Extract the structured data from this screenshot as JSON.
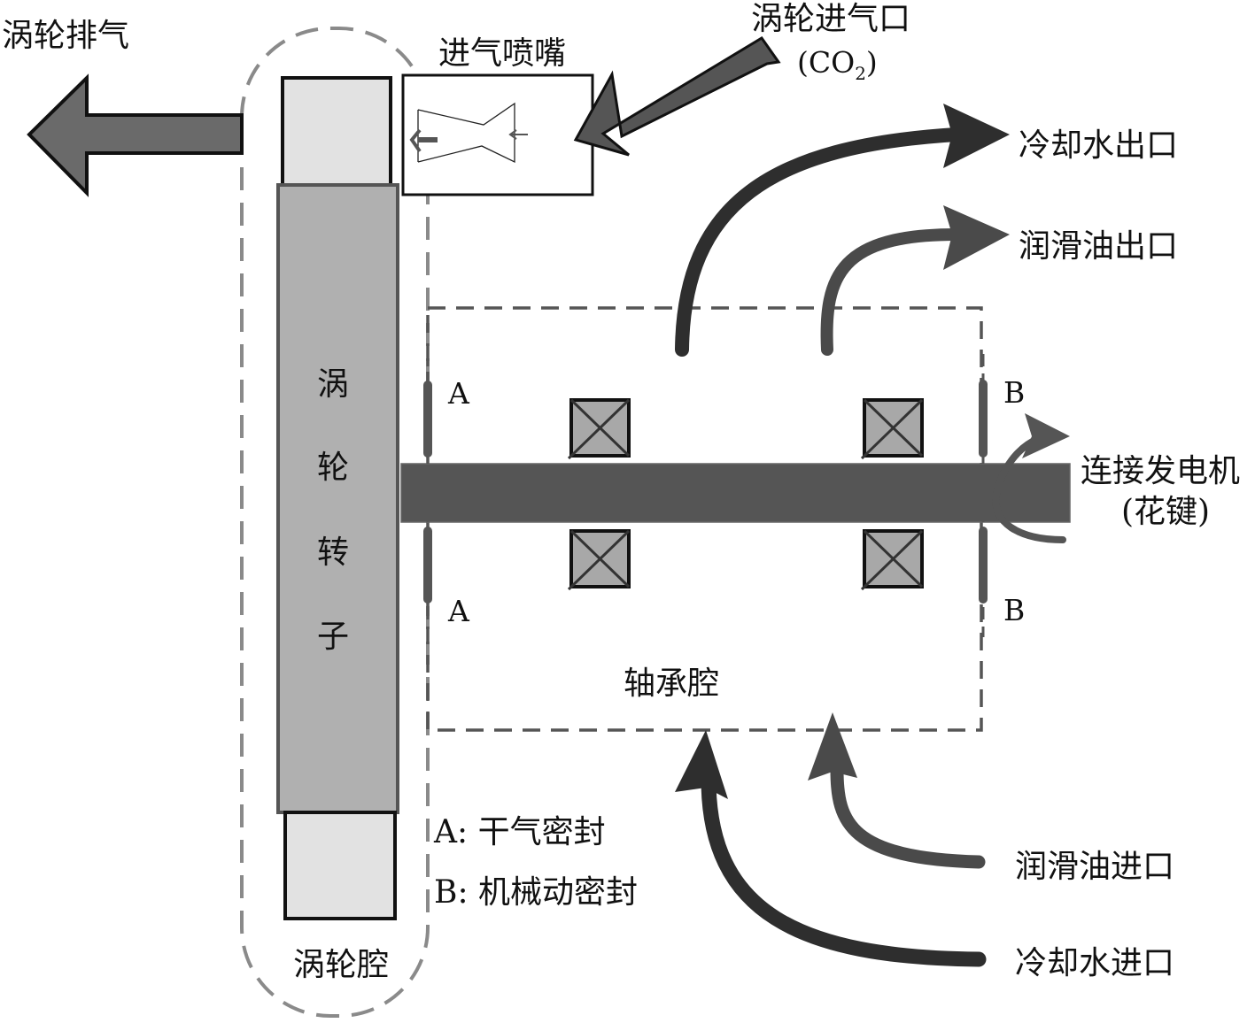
{
  "diagram": {
    "labels": {
      "turbine_exhaust": "涡轮排气",
      "intake_nozzle": "进气喷嘴",
      "turbine_inlet": "涡轮进气口",
      "turbine_inlet_gas_prefix": "(CO",
      "turbine_inlet_gas_sub": "2",
      "turbine_inlet_gas_suffix": ")",
      "cooling_water_outlet": "冷却水出口",
      "lube_oil_outlet": "润滑油出口",
      "rotor_chars": [
        "涡",
        "轮",
        "转",
        "子"
      ],
      "seal_a_top": "A",
      "seal_a_bottom": "A",
      "seal_b_top": "B",
      "seal_b_bottom": "B",
      "generator_connect": "连接发电机",
      "spline": "(花键)",
      "bearing_cavity": "轴承腔",
      "legend_a": "A: 干气密封",
      "legend_b": "B: 机械动密封",
      "turbine_cavity": "涡轮腔",
      "lube_oil_inlet": "润滑油进口",
      "cooling_water_inlet": "冷却水进口"
    },
    "colors": {
      "rotor_fill": "#b0b0b0",
      "rotor_cap_fill": "#e2e2e2",
      "shaft_fill": "#555555",
      "bearing_fill": "#a8a8a8",
      "cooling_water_arrow": "#2e2e2e",
      "lube_oil_arrow": "#4a4a4a",
      "exhaust_arrow": "#6a6a6a",
      "dashed_boundary": "#8a8a8a",
      "bearing_boundary": "#555555"
    }
  }
}
